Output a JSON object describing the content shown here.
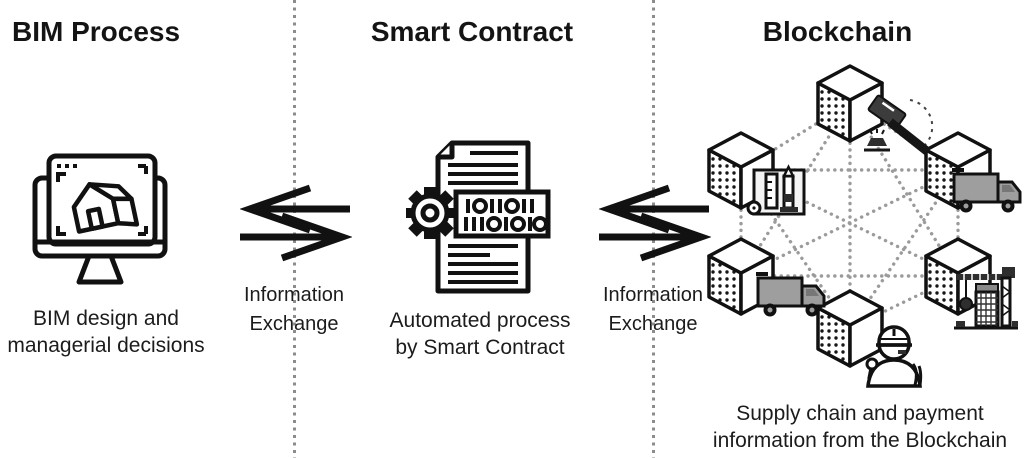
{
  "diagram": {
    "bim": {
      "title": "BIM Process",
      "caption": [
        "BIM design and",
        "managerial decisions"
      ],
      "icon": "bim-monitor-house-icon"
    },
    "smart_contract": {
      "title": "Smart Contract",
      "caption": [
        "Automated process",
        "by Smart Contract"
      ],
      "icon": "smart-contract-document-gear-icon"
    },
    "blockchain": {
      "title": "Blockchain",
      "caption": [
        "Supply chain and payment",
        "information from the Blockchain"
      ],
      "icon": "blockchain-network-icon",
      "nodes": [
        {
          "position": "top",
          "attachment": "gavel-icon"
        },
        {
          "position": "upper-left",
          "attachment": "blueprint-tools-icon"
        },
        {
          "position": "upper-right",
          "attachment": "delivery-truck-icon"
        },
        {
          "position": "lower-left",
          "attachment": "delivery-truck-icon"
        },
        {
          "position": "lower-right",
          "attachment": "construction-crane-icon"
        },
        {
          "position": "bottom",
          "attachment": "construction-worker-icon"
        }
      ]
    },
    "exchanges": [
      {
        "between": "bim-and-smart-contract",
        "label": [
          "Information",
          "Exchange"
        ]
      },
      {
        "between": "smart-contract-and-blockchain",
        "label": [
          "Information",
          "Exchange"
        ]
      }
    ],
    "colors": {
      "ink": "#141414",
      "divider_gray": "#8c8c8c",
      "network_dot_gray": "#9b9b9b",
      "vehicle_gray": "#9e9e9e",
      "background": "#ffffff"
    }
  }
}
